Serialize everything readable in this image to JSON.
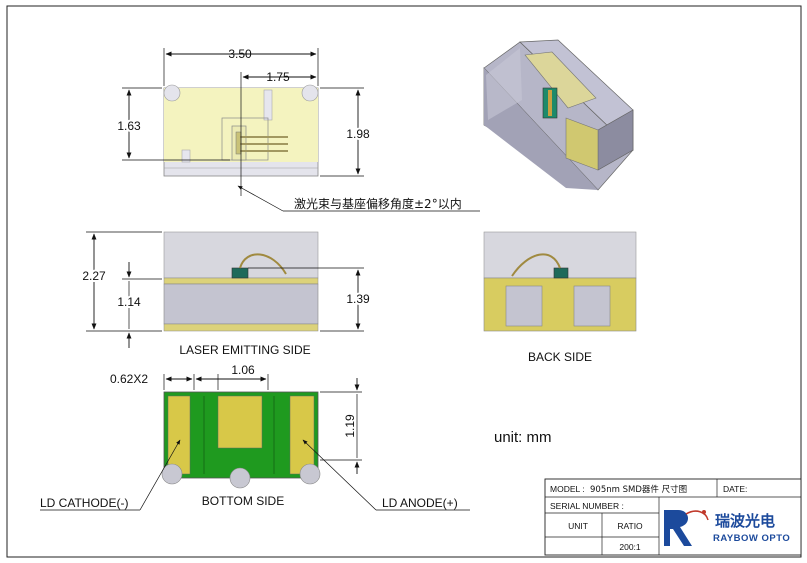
{
  "colors": {
    "yellow_body": "#f4f3bf",
    "gray_body": "#c8c8d2",
    "green_pad": "#1f9a1f",
    "gold_pad": "#d8c848",
    "iso_gray": "#a7a7b8"
  },
  "top_view": {
    "dim_width": "3.50",
    "dim_half": "1.75",
    "dim_left_height": "1.63",
    "dim_right_height": "1.98",
    "annotation": "激光束与基座偏移角度±2°以内"
  },
  "side_view": {
    "dim_total": "2.27",
    "dim_lower": "1.14",
    "dim_right": "1.39",
    "caption": "LASER EMITTING SIDE"
  },
  "back_view": {
    "caption": "BACK SIDE"
  },
  "bottom_view": {
    "dim_pad": "0.62X2",
    "dim_center": "1.06",
    "dim_height": "1.19",
    "caption": "BOTTOM SIDE",
    "label_cathode": "LD CATHODE(-)",
    "label_anode": "LD ANODE(+)"
  },
  "unit_note": "unit: mm",
  "title_block": {
    "model_label": "MODEL :",
    "model_value": "905nm SMD器件 尺寸图",
    "date_label": "DATE:",
    "serial_label": "SERIAL NUMBER :",
    "unit_label": "UNIT",
    "ratio_label": "RATIO",
    "ratio_value": "200:1",
    "company_cn": "瑞波光电",
    "company_en": "RAYBOW OPTO"
  }
}
